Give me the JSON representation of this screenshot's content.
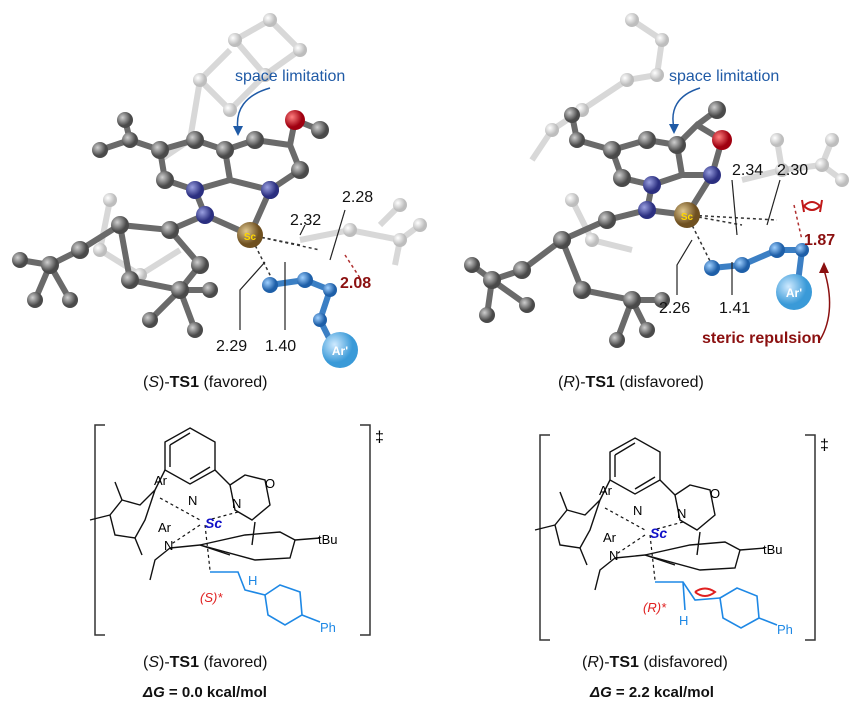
{
  "left_panel": {
    "annotation": "space limitation",
    "distances": [
      "2.32",
      "2.28",
      "2.08",
      "2.29",
      "1.40"
    ],
    "atom_labels": {
      "metal": "Sc",
      "aryl": "Ar'"
    },
    "caption": {
      "prefix": "(",
      "config": "S",
      "mid": ")-",
      "ts": "TS1",
      "suffix": " (favored)"
    }
  },
  "right_panel": {
    "annotation": "space limitation",
    "distances": [
      "2.34",
      "2.30",
      "1.87",
      "2.26",
      "1.41"
    ],
    "atom_labels": {
      "metal": "Sc",
      "aryl": "Ar'"
    },
    "clash_label": "steric repulsion",
    "caption": {
      "prefix": "(",
      "config": "R",
      "mid": ")-",
      "ts": "TS1",
      "suffix": " (disfavored)"
    }
  },
  "left_scheme": {
    "labels": {
      "ar1": "Ar",
      "ar2": "Ar",
      "n1": "N",
      "n2": "N",
      "n3": "N",
      "o": "O",
      "sc": "Sc",
      "tbu": "tBu",
      "h": "H",
      "ph": "Ph",
      "stereo": "(S)*"
    },
    "dagger": "‡",
    "caption": {
      "prefix": "(",
      "config": "S",
      "mid": ")-",
      "ts": "TS1",
      "suffix": " (favored)"
    },
    "energy": {
      "symbol": "ΔG",
      "value": " = 0.0 kcal/mol"
    }
  },
  "right_scheme": {
    "labels": {
      "ar1": "Ar",
      "ar2": "Ar",
      "n1": "N",
      "n2": "N",
      "n3": "N",
      "o": "O",
      "sc": "Sc",
      "tbu": "tBu",
      "h": "H",
      "ph": "Ph",
      "stereo": "(R)*"
    },
    "dagger": "‡",
    "caption": {
      "prefix": "(",
      "config": "R",
      "mid": ")-",
      "ts": "TS1",
      "suffix": " (disfavored)"
    },
    "energy": {
      "symbol": "ΔG",
      "value": " = 2.2 kcal/mol"
    }
  },
  "colors": {
    "scandium": "#8a6a2e",
    "carbon": "#5c5c5c",
    "nitrogen": "#3b3f9a",
    "oxygen": "#c0141c",
    "blue_chain": "#3b7fc4",
    "note_blue": "#1f5aa6",
    "note_red": "#8b1010",
    "scheme_blue": "#1e88e5"
  }
}
